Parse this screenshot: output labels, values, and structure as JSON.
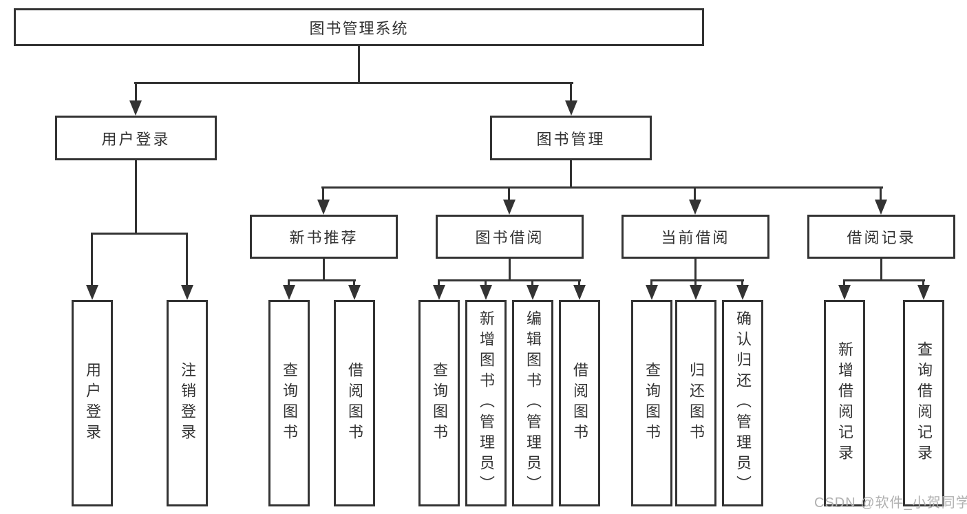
{
  "diagram": {
    "root": {
      "label": "图书管理系统"
    },
    "level2": [
      {
        "label": "用户登录"
      },
      {
        "label": "图书管理"
      }
    ],
    "level3": [
      {
        "label": "新书推荐"
      },
      {
        "label": "图书借阅"
      },
      {
        "label": "当前借阅"
      },
      {
        "label": "借阅记录"
      }
    ],
    "leaves": {
      "user_login": [
        "用户登录",
        "注销登录"
      ],
      "new_book_recommend": [
        "查询图书",
        "借阅图书"
      ],
      "book_borrow": [
        "查询图书",
        "新增图书（管理员）",
        "编辑图书（管理员）",
        "借阅图书"
      ],
      "current_borrow": [
        "查询图书",
        "归还图书",
        "确认归还（管理员）"
      ],
      "borrow_records": [
        "新增借阅记录",
        "查询借阅记录"
      ]
    },
    "watermark": "CSDN @软件_小贺同学",
    "colors": {
      "line": "#333333",
      "text": "#333333",
      "watermark": "#b0b0b0",
      "background": "#ffffff"
    }
  }
}
